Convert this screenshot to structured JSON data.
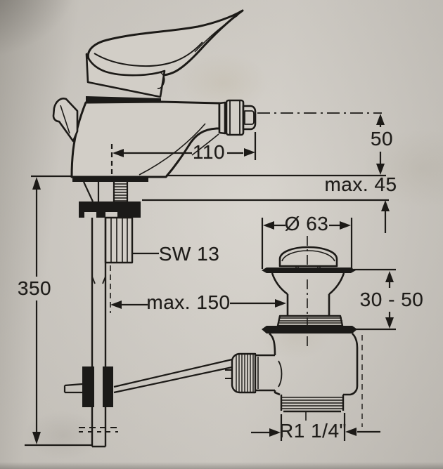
{
  "document": {
    "kind_label": "installation dimension drawing",
    "paper_color": "#cfcbc4",
    "ink_color": "#1c1a17"
  },
  "labels": {
    "spout_reach_mm": "110",
    "spout_height_above_deck_mm": "50",
    "max_deck_thickness_mm": "max. 45",
    "overall_tail_height_mm": "350",
    "nut_wrench_size": "SW 13",
    "max_tail_offset_mm": "max. 150",
    "waste_plug_diameter_mm": "Ø 63",
    "waste_clamp_range_mm": "30 - 50",
    "waste_outlet_thread": "R1 1/4\""
  }
}
